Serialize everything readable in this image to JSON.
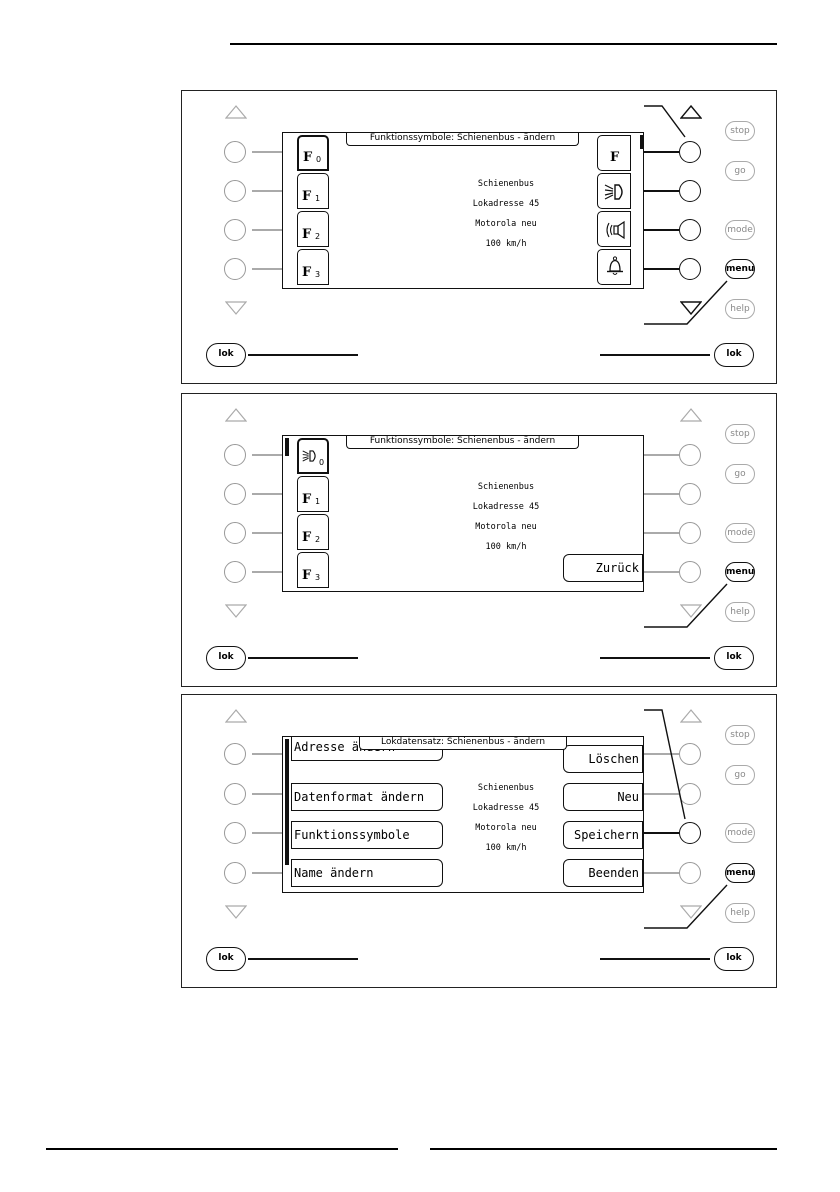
{
  "hardware": {
    "btn_stop": "stop",
    "btn_go": "go",
    "btn_mode": "mode",
    "btn_menu": "menu",
    "btn_help": "help",
    "btn_lok": "lok"
  },
  "loco": {
    "name": "Schienenbus",
    "address": "Lokadresse 45",
    "format": "Motorola neu",
    "speed": "100 km/h"
  },
  "panel1": {
    "title": "Funktionssymbole: Schienenbus - ändern",
    "left_tabs": [
      {
        "letter": "F",
        "num": "0"
      },
      {
        "letter": "F",
        "num": "1"
      },
      {
        "letter": "F",
        "num": "2"
      },
      {
        "letter": "F",
        "num": "3"
      }
    ],
    "right_tabs": [
      {
        "letter": "F",
        "icon": "function-letter-icon"
      },
      {
        "icon": "headlight-icon"
      },
      {
        "icon": "speaker-icon"
      },
      {
        "icon": "bell-icon"
      }
    ]
  },
  "panel2": {
    "title": "Funktionssymbole: Schienenbus - ändern",
    "left_tabs": [
      {
        "num": "0",
        "icon": "headlight-icon"
      },
      {
        "letter": "F",
        "num": "1"
      },
      {
        "letter": "F",
        "num": "2"
      },
      {
        "letter": "F",
        "num": "3"
      }
    ],
    "back_button": "Zurück"
  },
  "panel3": {
    "title": "Lokdatensatz: Schienenbus - ändern",
    "left_buttons": [
      "Adresse ändern",
      "Datenformat ändern",
      "Funktionssymbole",
      "Name ändern"
    ],
    "right_buttons": [
      "Löschen",
      "Neu",
      "Speichern",
      "Beenden"
    ]
  }
}
